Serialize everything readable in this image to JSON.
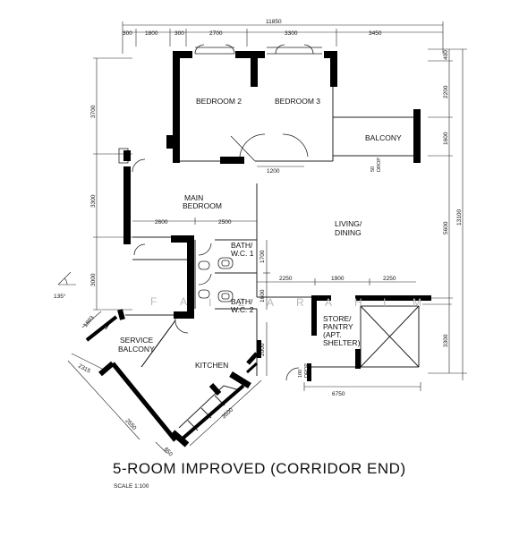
{
  "title": "5-ROOM IMPROVED (CORRIDOR END)",
  "scale": "SCALE   1:100",
  "watermark": [
    "F",
    "A",
    "I",
    "Z",
    "A",
    "R",
    "A",
    "H",
    "I",
    "M"
  ],
  "rooms": {
    "bedroom2": "BEDROOM 2",
    "bedroom3": "BEDROOM 3",
    "balcony": "BALCONY",
    "main_bedroom": [
      "MAIN",
      "BEDROOM"
    ],
    "living_dining": [
      "LIVING/",
      "DINING"
    ],
    "bath1": [
      "BATH/",
      "W.C. 1"
    ],
    "bath2": [
      "BATH/",
      "W.C. 2"
    ],
    "store": [
      "STORE/",
      "PANTRY",
      "(APT.",
      "SHELTER)"
    ],
    "service_balcony": [
      "SERVICE",
      "BALCONY"
    ],
    "kitchen": "KITCHEN"
  },
  "drops": {
    "balcony_drop": [
      "50",
      "DROP"
    ],
    "entrance_drop": [
      "100",
      "DROP"
    ]
  },
  "dimensions": {
    "overall_width": "11850",
    "top": [
      "300",
      "1800",
      "300",
      "2700",
      "3300",
      "3450"
    ],
    "right_inner": [
      "400",
      "2200",
      "1600",
      "5600",
      "3300"
    ],
    "right_overall": "13100",
    "left": [
      "3700",
      "3300",
      "3000"
    ],
    "door_width": "1200",
    "main_bedroom": [
      "2600",
      "2500"
    ],
    "living": [
      "2250",
      "1900",
      "2250"
    ],
    "bath_heights": [
      "1700",
      "1600"
    ],
    "kitchen_height": "2000",
    "bottom_right": "6750",
    "kitchen_diag": "3500",
    "bottom_diag": [
      "2550",
      "650"
    ],
    "service_diag": [
      "2315",
      "1803"
    ],
    "angle": "135°"
  }
}
